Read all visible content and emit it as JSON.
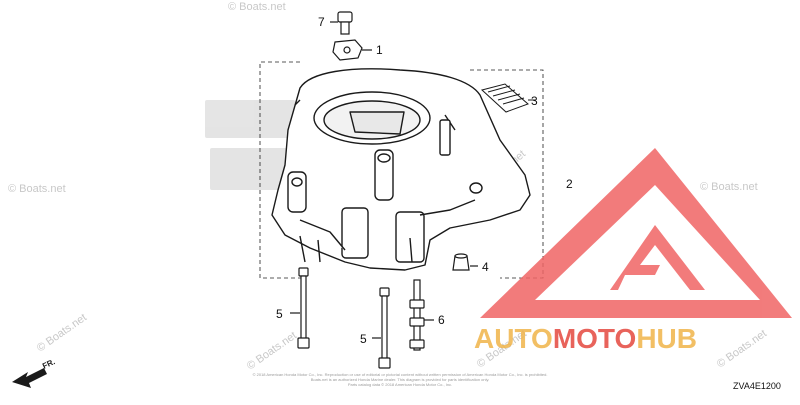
{
  "callouts": [
    {
      "id": "1",
      "label": "1"
    },
    {
      "id": "2",
      "label": "2"
    },
    {
      "id": "3",
      "label": "3"
    },
    {
      "id": "4",
      "label": "4"
    },
    {
      "id": "5a",
      "label": "5"
    },
    {
      "id": "5b",
      "label": "5"
    },
    {
      "id": "6",
      "label": "6"
    },
    {
      "id": "7",
      "label": "7"
    }
  ],
  "watermark_text": "© Boats.net",
  "fr_label": "FR.",
  "diagram_code": "ZVA4E1200",
  "copyright_lines": [
    "© 2018 American Honda Motor Co., Inc. Reproduction or use of editorial or pictorial content without written permission of American Honda Motor Co., Inc. is prohibited.",
    "Boats.net is an authorized Honda Marine dealer. This diagram is provided for parts identification only.",
    "Parts catalog data © 2018 American Honda Motor Co., Inc."
  ],
  "brand": {
    "part1": "AUTO",
    "part2": "MOTO",
    "part3": "HUB",
    "colors": {
      "part1": "#f0b44a",
      "part2": "#e5483f",
      "part3": "#f0b44a",
      "logo": "#f06565"
    }
  }
}
